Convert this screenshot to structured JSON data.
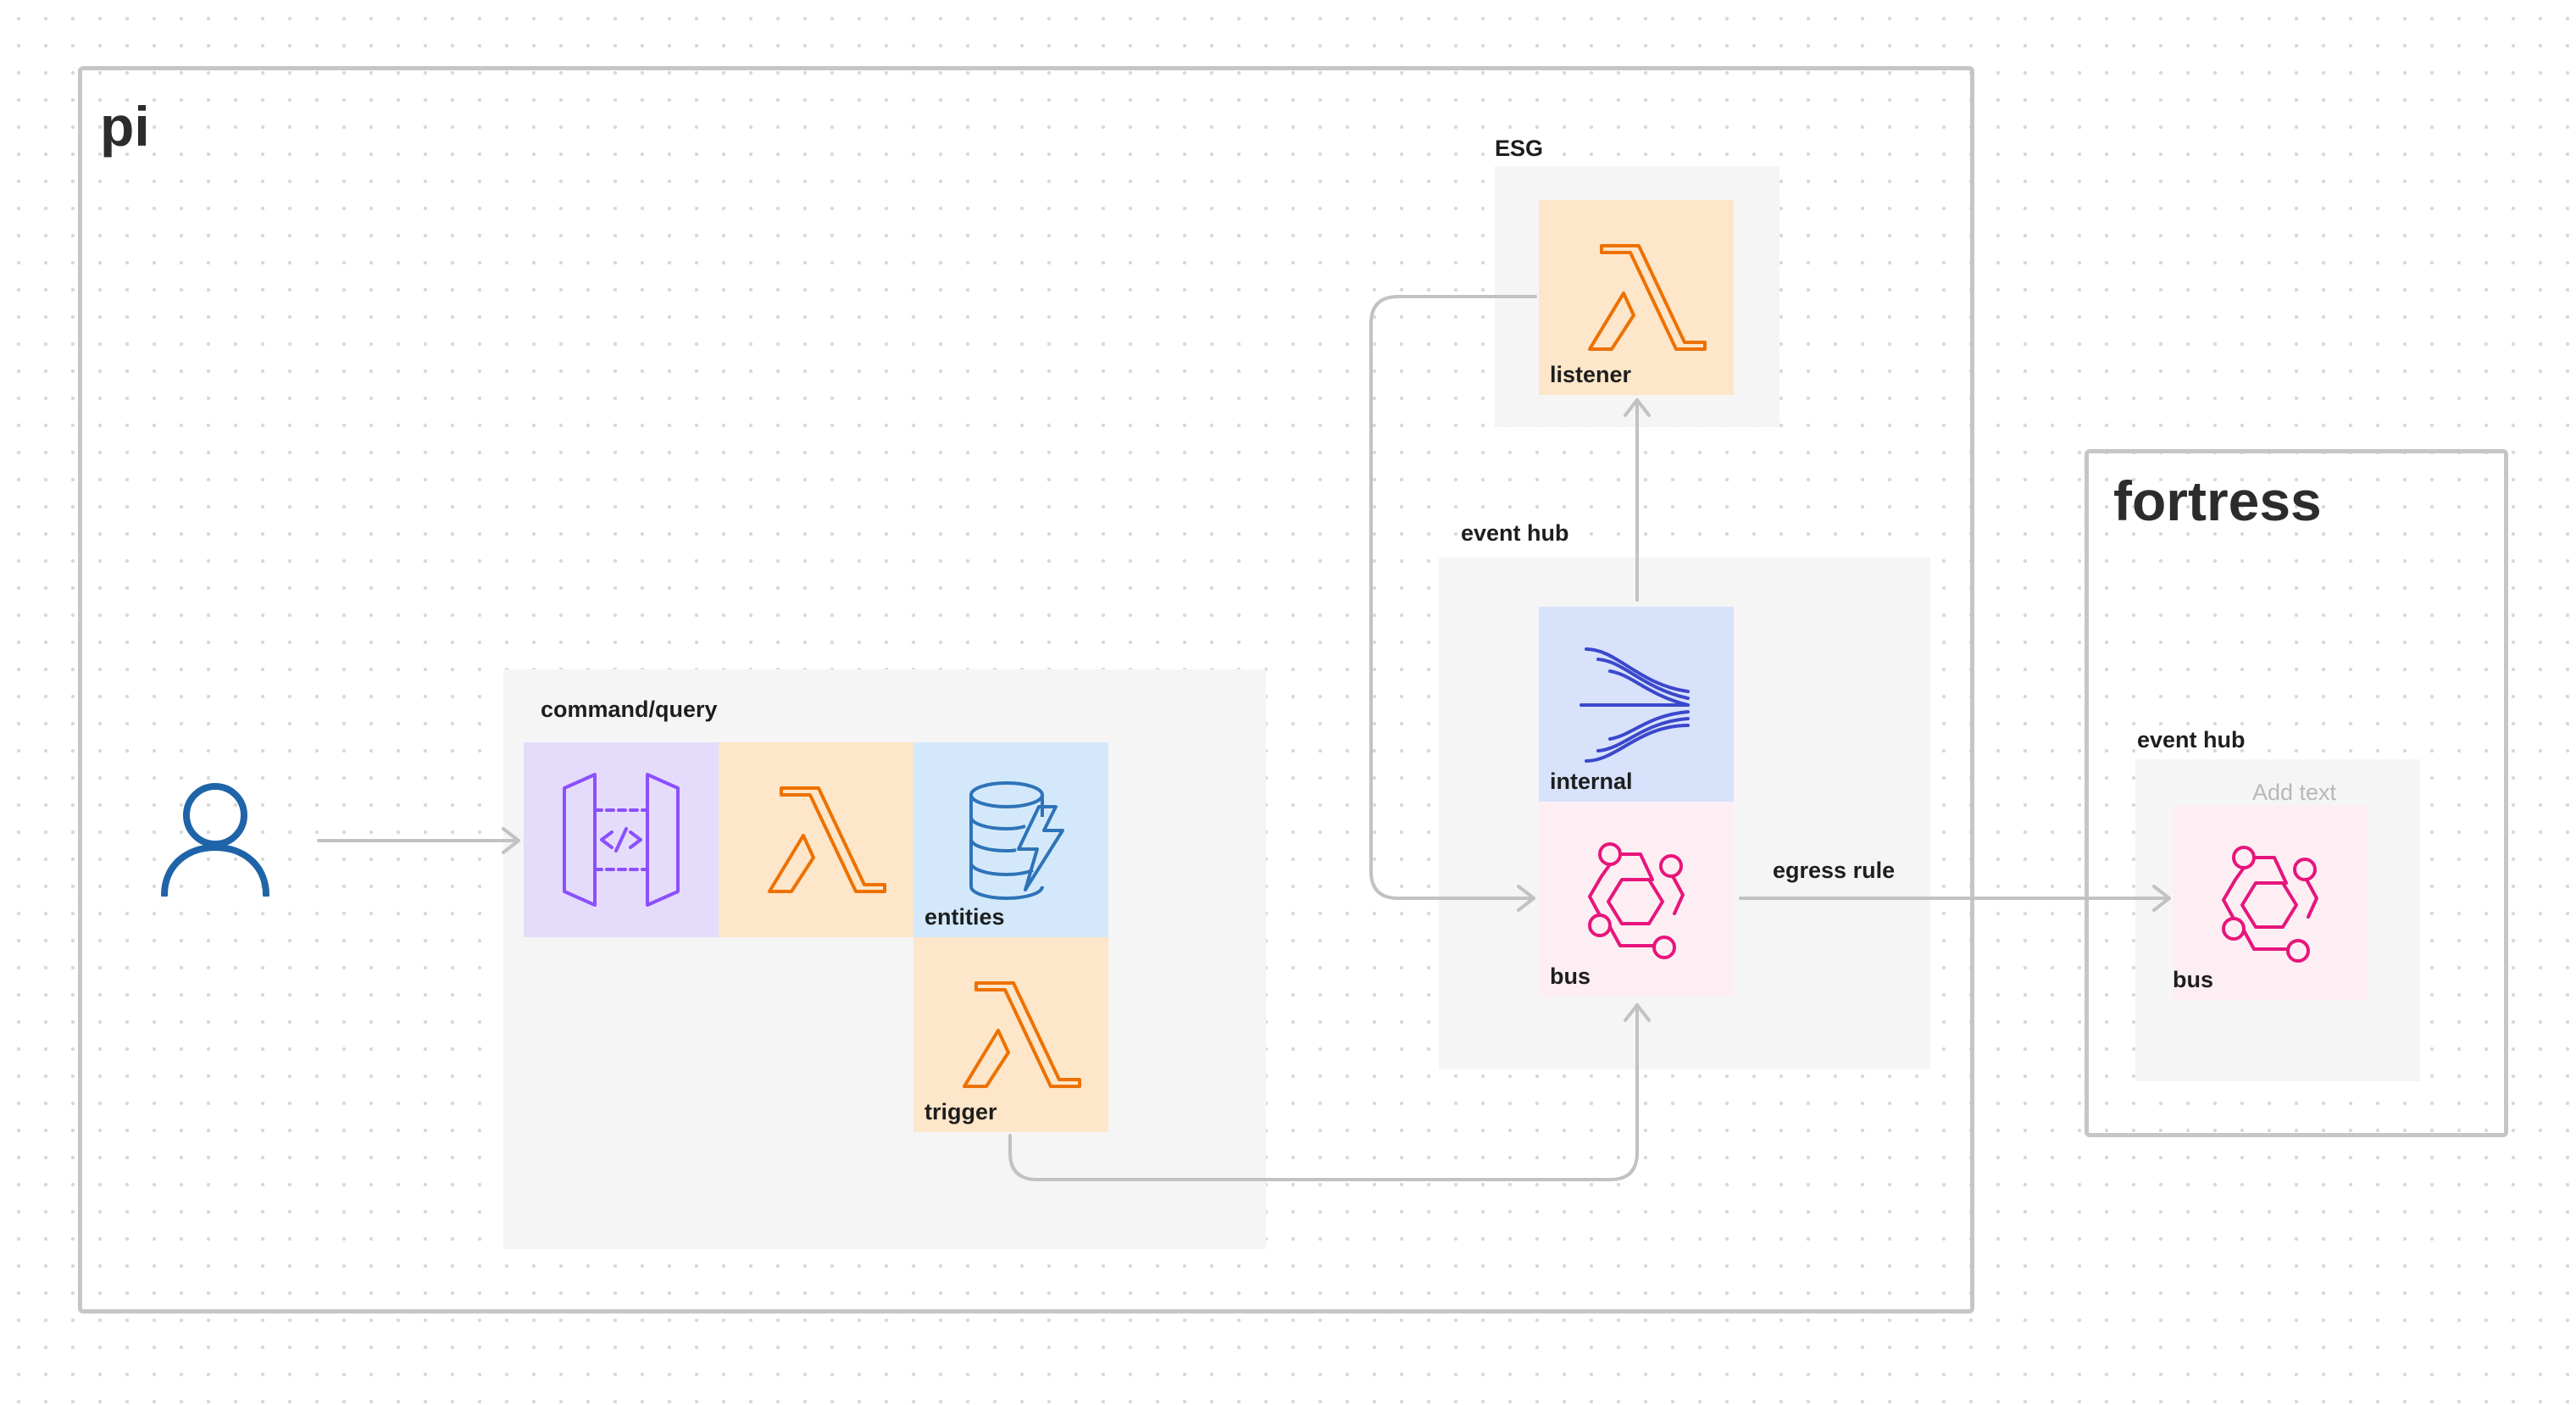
{
  "frames": {
    "pi": {
      "title": "pi"
    },
    "fortress": {
      "title": "fortress"
    }
  },
  "groups": {
    "command_query": {
      "label": "command/query"
    },
    "esg": {
      "label": "ESG"
    },
    "event_hub_pi": {
      "label": "event hub"
    },
    "event_hub_fortress": {
      "label": "event hub",
      "placeholder": "Add text"
    }
  },
  "nodes": {
    "user": {
      "icon": "user-icon"
    },
    "api_gateway": {
      "icon": "api-gateway-icon",
      "label": ""
    },
    "command_lambda": {
      "icon": "lambda-icon",
      "label": ""
    },
    "entities": {
      "icon": "dynamodb-icon",
      "label": "entities"
    },
    "trigger": {
      "icon": "lambda-icon",
      "label": "trigger"
    },
    "listener": {
      "icon": "lambda-icon",
      "label": "listener"
    },
    "internal": {
      "icon": "kinesis-stream-icon",
      "label": "internal"
    },
    "bus": {
      "icon": "eventbridge-icon",
      "label": "bus"
    },
    "fortress_bus": {
      "icon": "eventbridge-icon",
      "label": "bus"
    }
  },
  "edges": {
    "egress_rule": {
      "label": "egress rule"
    }
  },
  "colors": {
    "frame_border": "#c6c6c6",
    "group_bg": "#f5f5f5",
    "connector": "#c2c2c2",
    "lambda_orange": "#ed7100",
    "lambda_bg": "#fde6c9",
    "api_purple": "#8c4fff",
    "api_bg": "#e5dcfc",
    "dynamo_blue": "#2e73b8",
    "dynamo_bg": "#d3e9fb",
    "kinesis_blue": "#3b48cc",
    "kinesis_bg": "#d8e2fb",
    "eventbridge_pink": "#e7157b",
    "eventbridge_bg": "#fdeef4",
    "user_blue": "#1f64a8"
  }
}
